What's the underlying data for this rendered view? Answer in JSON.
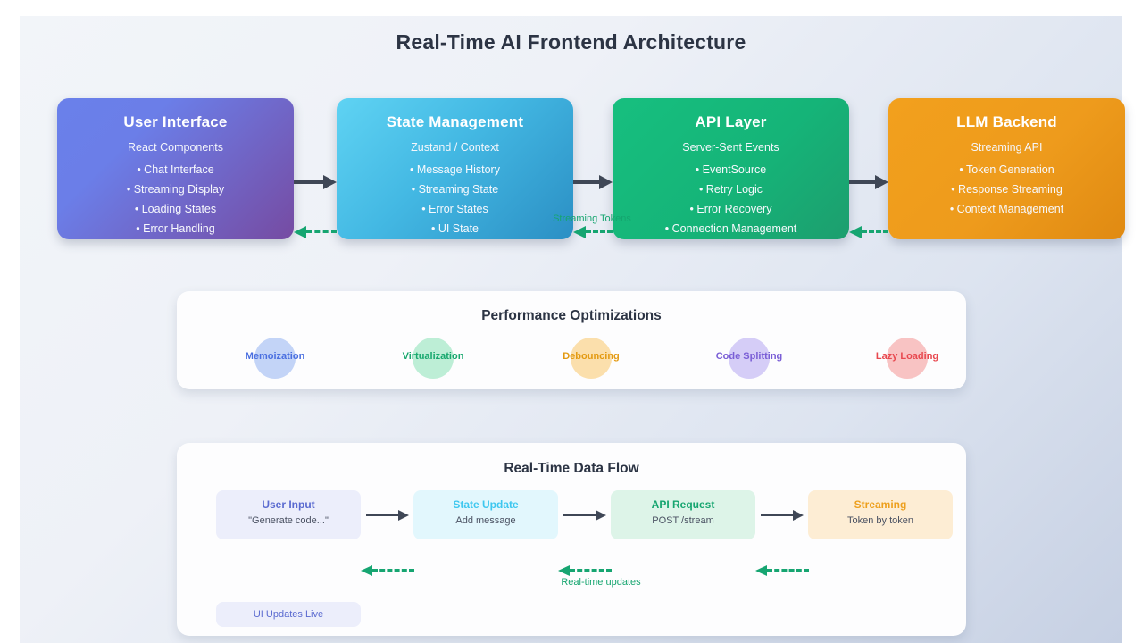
{
  "page": {
    "title": "Real-Time AI Frontend Architecture",
    "background_start": "#f2f5f9",
    "background_end": "#c6d0e3"
  },
  "layers": [
    {
      "name": "user-interface",
      "title": "User Interface",
      "subtitle": "React Components",
      "items": [
        "• Chat Interface",
        "• Streaming Display",
        "• Loading States",
        "• Error Handling"
      ],
      "gradient_from": "#6a80ea",
      "gradient_to": "#764ba2"
    },
    {
      "name": "state-management",
      "title": "State Management",
      "subtitle": "Zustand / Context",
      "items": [
        "• Message History",
        "• Streaming State",
        "• Error States",
        "• UI State"
      ],
      "gradient_from": "#5fd3f3",
      "gradient_to": "#2b8fc4"
    },
    {
      "name": "api-layer",
      "title": "API Layer",
      "subtitle": "Server-Sent Events",
      "items": [
        "• EventSource",
        "• Retry Logic",
        "• Error Recovery",
        "• Connection Management"
      ],
      "gradient_from": "#17bf7f",
      "gradient_to": "#1d9e6e"
    },
    {
      "name": "llm-backend",
      "title": "LLM Backend",
      "subtitle": "Streaming API",
      "items": [
        "• Token Generation",
        "• Response Streaming",
        "• Context Management"
      ],
      "gradient_from": "#f2a01d",
      "gradient_to": "#e08a12"
    }
  ],
  "connectors": {
    "forward_color": "#3f4756",
    "return_color": "#16a571",
    "streaming_tokens_label": "Streaming Tokens"
  },
  "performance": {
    "title": "Performance Optimizations",
    "items": [
      {
        "label": "Memoization",
        "circle_color": "#c3d4f7",
        "text_color": "#4a6fe0"
      },
      {
        "label": "Virtualization",
        "circle_color": "#bdeed6",
        "text_color": "#18a86e"
      },
      {
        "label": "Debouncing",
        "circle_color": "#fbdfac",
        "text_color": "#e39a12"
      },
      {
        "label": "Code Splitting",
        "circle_color": "#d5cdf7",
        "text_color": "#7a5ed6"
      },
      {
        "label": "Lazy Loading",
        "circle_color": "#f8c3c3",
        "text_color": "#e8484f"
      }
    ]
  },
  "data_flow": {
    "title": "Real-Time Data Flow",
    "steps": [
      {
        "title": "User Input",
        "sub": "\"Generate code...\"",
        "bg": "#eceefb",
        "title_color": "#5a6ad0"
      },
      {
        "title": "State Update",
        "sub": "Add message",
        "bg": "#e2f7fd",
        "title_color": "#3ec7ef"
      },
      {
        "title": "API Request",
        "sub": "POST /stream",
        "bg": "#ddf4e8",
        "title_color": "#15a56f"
      },
      {
        "title": "Streaming",
        "sub": "Token by token",
        "bg": "#fdedd4",
        "title_color": "#eda01e"
      }
    ],
    "realtime_updates_label": "Real-time updates",
    "ui_updates_label": "UI Updates Live"
  }
}
